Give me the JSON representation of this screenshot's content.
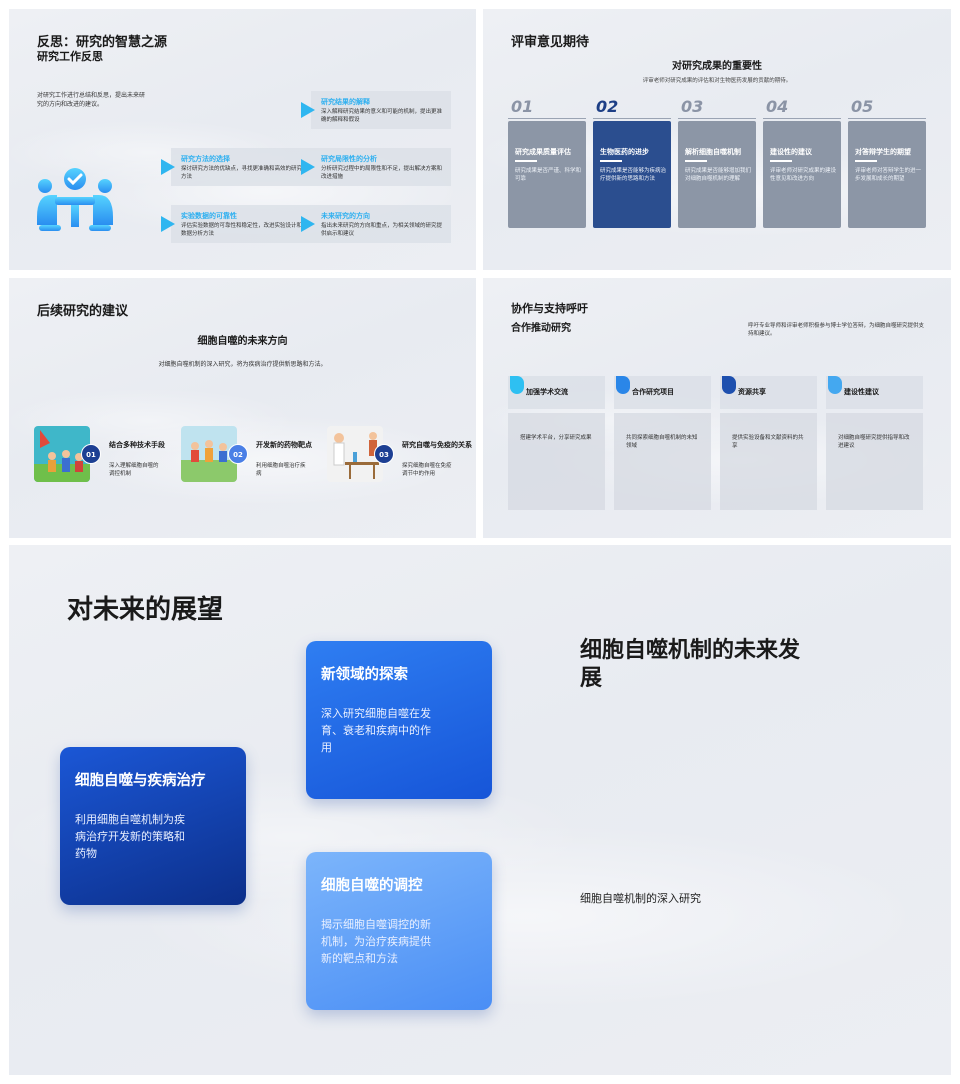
{
  "slide1": {
    "title": "反思：研究的智慧之源",
    "subtitle": "研究工作反思",
    "intro": "对研究工作进行总结和反思，提出未来研究的方向和改进的建议。",
    "icon": "team-meeting-icon",
    "accent": "#2fb6f0",
    "cards": [
      {
        "title": "研究结果的解释",
        "desc": "深入解释研究结果的意义和可能的机制，提出更准确的解释和假设"
      },
      {
        "title": "研究方法的选择",
        "desc": "探讨研究方法的优缺点，寻找更准确和高效的研究方法"
      },
      {
        "title": "研究局限性的分析",
        "desc": "分析研究过程中的局限性和不足，提出解决方案和改进措施"
      },
      {
        "title": "实验数据的可靠性",
        "desc": "评估实验数据的可靠性和稳定性，改进实验设计和数据分析方法"
      },
      {
        "title": "未来研究的方向",
        "desc": "指出未来研究的方向和重点，为相关领域的研究提供启示和建议"
      }
    ]
  },
  "slide2": {
    "title": "评审意见期待",
    "subtitle": "对研究成果的重要性",
    "desc": "评审老师对研究成果的评估和对生物医药发展的贡献的期待。",
    "active_color": "#2b4e8f",
    "inactive_color": "#8c96a6",
    "items": [
      {
        "num": "01",
        "title": "研究成果质量评估",
        "desc": "研究成果是否严谨、科学和可靠"
      },
      {
        "num": "02",
        "title": "生物医药的进步",
        "desc": "研究成果是否能够为疾病治疗提供新的思路和方法"
      },
      {
        "num": "03",
        "title": "解析细胞自噬机制",
        "desc": "研究成果是否能够增加我们对细胞自噬机制的理解"
      },
      {
        "num": "04",
        "title": "建设性的建议",
        "desc": "评审老师对研究成果的建设性意见和改进方向"
      },
      {
        "num": "05",
        "title": "对答辩学生的期望",
        "desc": "评审老师对答辩学生的进一步发展和成长的期望"
      }
    ]
  },
  "slide3": {
    "title": "后续研究的建议",
    "subtitle": "细胞自噬的未来方向",
    "desc": "对细胞自噬机制的深入研究，将为疾病治疗提供新思路和方法。",
    "items": [
      {
        "num": "01",
        "title": "结合多种技术手段",
        "desc": "深入理解细胞自噬的调控机制",
        "image": "hiking-people-illustration"
      },
      {
        "num": "02",
        "title": "开发新的药物靶点",
        "desc": "利用细胞自噬治疗疾病",
        "image": "running-people-illustration"
      },
      {
        "num": "03",
        "title": "研究自噬与免疫的关系",
        "desc": "探究细胞自噬在免疫调节中的作用",
        "image": "lab-scientist-illustration"
      }
    ]
  },
  "slide4": {
    "title": "协作与支持呼吁",
    "subtitle": "合作推动研究",
    "desc": "呼吁专业导师和评审老师积极参与博士学位答辩，为细胞自噬研究提供支持和建议。",
    "items": [
      {
        "title": "加强学术交流",
        "desc": "搭建学术平台，分享研究成果",
        "color": "#2ec0f2"
      },
      {
        "title": "合作研究项目",
        "desc": "共同探索细胞自噬机制的未知领域",
        "color": "#2a86e8"
      },
      {
        "title": "资源共享",
        "desc": "提供实验设备和文献资料的共享",
        "color": "#1d4fae"
      },
      {
        "title": "建设性建议",
        "desc": "对细胞自噬研究提供指导和改进建议",
        "color": "#44a8f0"
      }
    ]
  },
  "slide5": {
    "title": "对未来的展望",
    "right_title": "细胞自噬机制的未来发展",
    "right_desc": "细胞自噬机制的深入研究",
    "cards": [
      {
        "title": "新领域的探索",
        "desc": "深入研究细胞自噬在发育、衰老和疾病中的作用"
      },
      {
        "title": "细胞自噬与疾病治疗",
        "desc": "利用细胞自噬机制为疾病治疗开发新的策略和药物"
      },
      {
        "title": "细胞自噬的调控",
        "desc": "揭示细胞自噬调控的新机制，为治疗疾病提供新的靶点和方法"
      }
    ]
  }
}
